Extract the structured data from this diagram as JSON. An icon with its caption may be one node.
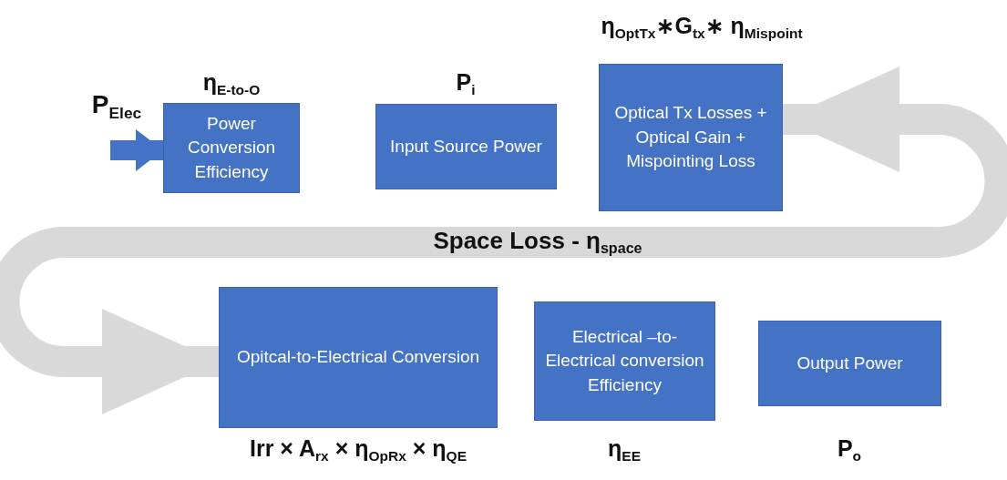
{
  "diagram": {
    "nodes": [
      {
        "text": [
          "Power Conversion Efficiency"
        ],
        "beside": [
          "η$_{E-to-O}$"
        ]
      },
      {
        "text": [
          "Input Source Power"
        ],
        "beside": [
          "P$_{i}$"
        ]
      },
      {
        "text": [
          "Optical Tx Losses + Optical Gain + Mispointing Loss"
        ],
        "beside": [
          "η$_{OptTx}$∗G$_{tx}$∗ η$_{Mispoint}$"
        ]
      },
      {
        "text": [
          "Opitcal-to-Electrical Conversion"
        ],
        "beside": [
          "Irr × A$_{rx}$ × η$_{OpRx}$ × η$_{QE}$"
        ]
      },
      {
        "text": [
          "Electrical –to- Electrical conversion Efficiency"
        ],
        "beside": [
          "η$_{EE}$"
        ]
      },
      {
        "text": [
          "Output Power"
        ],
        "beside": [
          "P$_{o}$"
        ]
      }
    ],
    "edges": [
      {
        "from": null,
        "to": 0,
        "arrow": "to",
        "label": "P$_{Elec}$",
        "color": "#4472c4"
      },
      {
        "from": 2,
        "to": 3,
        "arrow": "both",
        "label": "Space Loss - η$_{space}$",
        "color": "#d9d9d9"
      }
    ]
  }
}
